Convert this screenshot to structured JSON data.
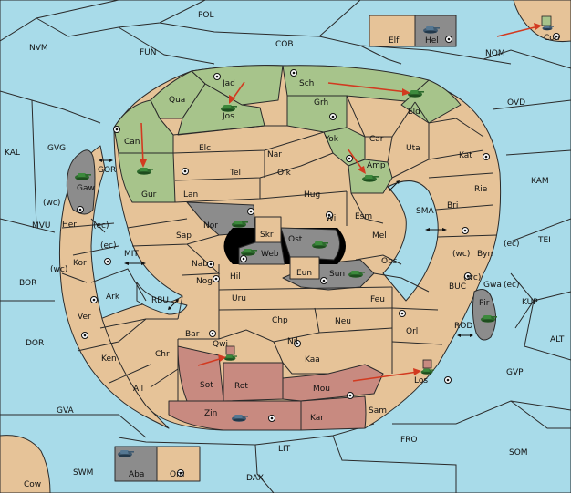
{
  "colors": {
    "sea": "#a8dbe9",
    "land": "#e6c398",
    "green_power": "#a7c48b",
    "red_power": "#c88a80",
    "gray_power": "#8c8c8c",
    "move_arrow": "#d23a20"
  },
  "provinces": {
    "POL": "POL",
    "NVM": "NVM",
    "FUN": "FUN",
    "COB": "COB",
    "NOM": "NOM",
    "Con": "Con",
    "Elf": "Elf",
    "Hel": "Hel",
    "OVD": "OVD",
    "KAL": "KAL",
    "GVG": "GVG",
    "GOR": "GOR",
    "Gaw": "Gaw",
    "Jad": "Jad",
    "Qua": "Qua",
    "Sch": "Sch",
    "Jos": "Jos",
    "Grh": "Grh",
    "Eld": "Eld",
    "Can": "Can",
    "Elc": "Elc",
    "Nar": "Nar",
    "Yok": "Yok",
    "Car": "Car",
    "Uta": "Uta",
    "Kat": "Kat",
    "KAM": "KAM",
    "Gur": "Gur",
    "Tel": "Tel",
    "Olk": "Olk",
    "Amp": "Amp",
    "Lan": "Lan",
    "Hug": "Hug",
    "Rie": "Rie",
    "Bri": "Bri",
    "SMA": "SMA",
    "MVU": "MVU",
    "Her": "Her",
    "wc1": "(wc)",
    "ec1": "(ec)",
    "Nor": "Nor",
    "Wil": "Wil",
    "Esm": "Esm",
    "Skr": "Skr",
    "Sap": "Sap",
    "Ost": "Ost",
    "Web": "Web",
    "Mel": "Mel",
    "ec2": "(ec)",
    "wc2": "(wc)",
    "Byn": "Byn",
    "ec3": "(ec)",
    "TEI": "TEI",
    "MIT": "MIT",
    "Kor": "Kor",
    "wc3": "(wc)",
    "Nab": "Nab",
    "Eun": "Eun",
    "Sun": "Sun",
    "Obs": "Obs",
    "wc4": "(wc)",
    "Gwa": "Gwa",
    "ec4": "(ec)",
    "BOR": "BOR",
    "Hil": "Hil",
    "Nog": "Nog",
    "BUC": "BUC",
    "Pir": "Pir",
    "KUP": "KUP",
    "Ark": "Ark",
    "RBU": "RBU",
    "Uru": "Uru",
    "Feu": "Feu",
    "Ver": "Ver",
    "Chp": "Chp",
    "Neu": "Neu",
    "ROD": "ROD",
    "Bar": "Bar",
    "Orl": "Orl",
    "ALT": "ALT",
    "DOR": "DOR",
    "Qwi": "Qwi",
    "Nil": "Nil",
    "Ken": "Ken",
    "Chr": "Chr",
    "Kaa": "Kaa",
    "GVP": "GVP",
    "Sot": "Sot",
    "Rot": "Rot",
    "Los": "Los",
    "Ail": "Ail",
    "Mou": "Mou",
    "GVA": "GVA",
    "Zin": "Zin",
    "Kar": "Kar",
    "Sam": "Sam",
    "LIT": "LIT",
    "FRO": "FRO",
    "SOM": "SOM",
    "SWM": "SWM",
    "Aba": "Aba",
    "Orn": "Orn",
    "DAX": "DAX",
    "Cow": "Cow"
  }
}
